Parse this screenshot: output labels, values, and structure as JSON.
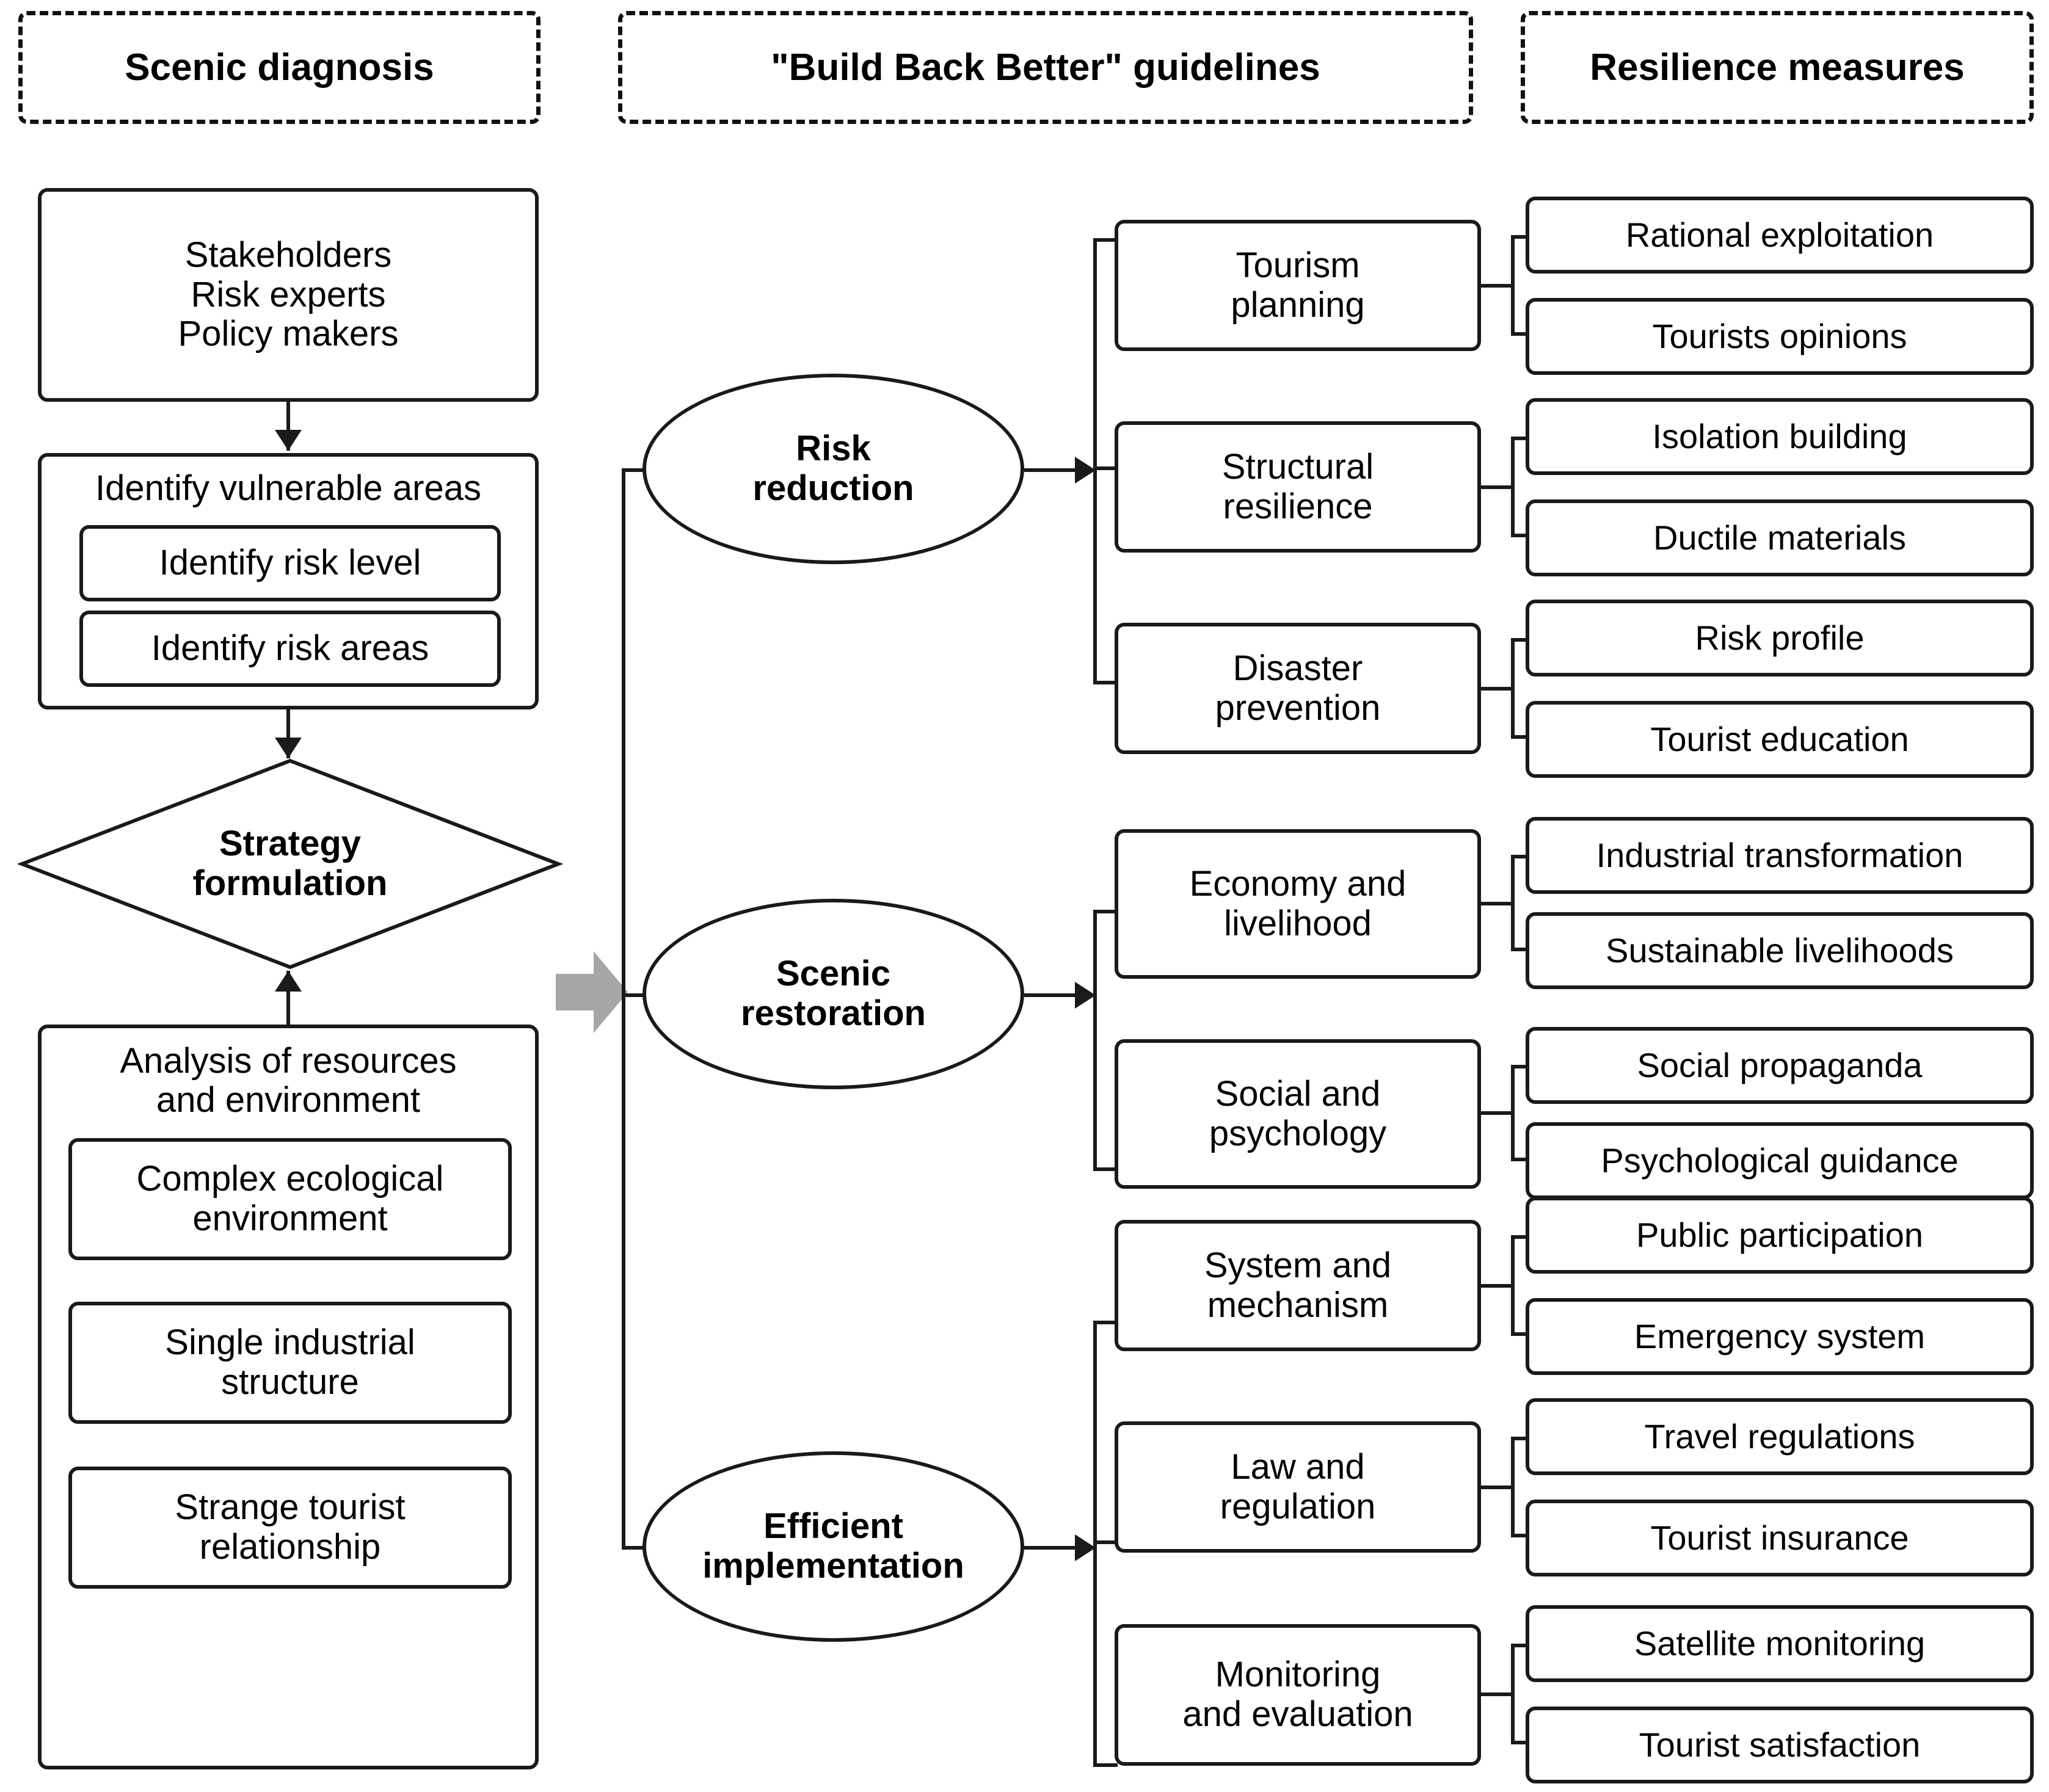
{
  "headers": [
    {
      "label": "Scenic diagnosis"
    },
    {
      "label": "\"Build Back Better\" guidelines"
    },
    {
      "label": "Resilience measures"
    }
  ],
  "left_column": {
    "actors_box": {
      "lines": [
        "Stakeholders",
        "Risk experts",
        "Policy makers"
      ],
      "line1": "Stakeholders",
      "line2": "Risk experts",
      "line3": "Policy makers"
    },
    "vulnerable_group": {
      "title": "Identify vulnerable areas",
      "items": [
        {
          "label": "Identify risk level"
        },
        {
          "label": "Identify risk areas"
        }
      ]
    },
    "decision": {
      "label": "Strategy\nformulation",
      "line1": "Strategy",
      "line2": "formulation"
    },
    "resources_group": {
      "title_line1": "Analysis of resources",
      "title_line2": "and environment",
      "items": [
        {
          "line1": "Complex ecological",
          "line2": "environment"
        },
        {
          "line1": "Single industrial",
          "line2": "structure"
        },
        {
          "line1": "Strange tourist",
          "line2": "relationship"
        }
      ]
    }
  },
  "guidelines": [
    {
      "oval_line1": "Risk",
      "oval_line2": "reduction",
      "branches": [
        {
          "line1": "Tourism",
          "line2": "planning",
          "measures": [
            "Rational exploitation",
            "Tourists opinions"
          ]
        },
        {
          "line1": "Structural",
          "line2": "resilience",
          "measures": [
            "Isolation building",
            "Ductile materials"
          ]
        },
        {
          "line1": "Disaster",
          "line2": "prevention",
          "measures": [
            "Risk profile",
            "Tourist education"
          ]
        }
      ]
    },
    {
      "oval_line1": "Scenic",
      "oval_line2": "restoration",
      "branches": [
        {
          "line1": "Economy and",
          "line2": "livelihood",
          "measures": [
            "Industrial transformation",
            "Sustainable livelihoods"
          ]
        },
        {
          "line1": "Social and",
          "line2": "psychology",
          "measures": [
            "Social propaganda",
            "Psychological guidance"
          ]
        }
      ]
    },
    {
      "oval_line1": "Efficient",
      "oval_line2": "implementation",
      "branches": [
        {
          "line1": "System and",
          "line2": "mechanism",
          "measures": [
            "Public participation",
            "Emergency system"
          ]
        },
        {
          "line1": "Law and",
          "line2": "regulation",
          "measures": [
            "Travel regulations",
            "Tourist insurance"
          ]
        },
        {
          "line1": "Monitoring",
          "line2": "and evaluation",
          "measures": [
            "Satellite monitoring",
            "Tourist satisfaction"
          ]
        }
      ]
    }
  ],
  "colors": {
    "line": "#1a1a1a",
    "block_arrow": "#a6a6a6",
    "background": "#ffffff"
  }
}
